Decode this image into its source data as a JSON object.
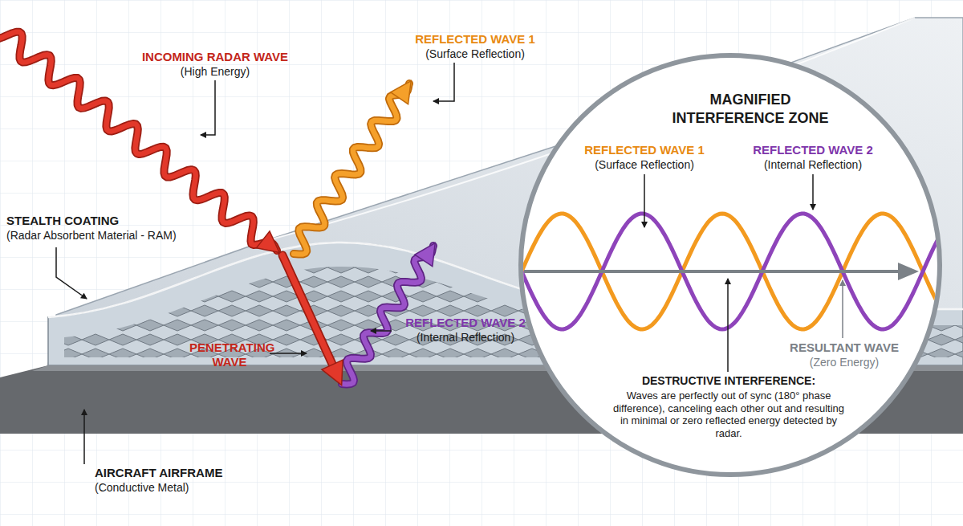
{
  "diagram": {
    "nodes": [
      {
        "text": [
          "MAGNIFIED INTERFERENCE ZONE"
        ]
      }
    ],
    "labels": [
      "INCOMING RADAR WAVE",
      "(High Energy)",
      "REFLECTED WAVE 1",
      "(Surface Reflection)",
      "STEALTH COATING",
      "(Radar Absorbent Material - RAM)",
      "PENETRATING WAVE",
      "REFLECTED WAVE 2",
      "(Internal Reflection)",
      "AIRCRAFT AIRFRAME",
      "(Conductive Metal)",
      "REFLECTED WAVE 1",
      "(Surface Reflection)",
      "REFLECTED WAVE 2",
      "(Internal Reflection)",
      "RESULTANT WAVE",
      "(Zero Energy)",
      "DESTRUCTIVE INTERFERENCE:",
      "Waves are perfectly out of sync (180° phase difference), canceling each other out and resulting in minimal or zero reflected energy detected by radar."
    ]
  }
}
